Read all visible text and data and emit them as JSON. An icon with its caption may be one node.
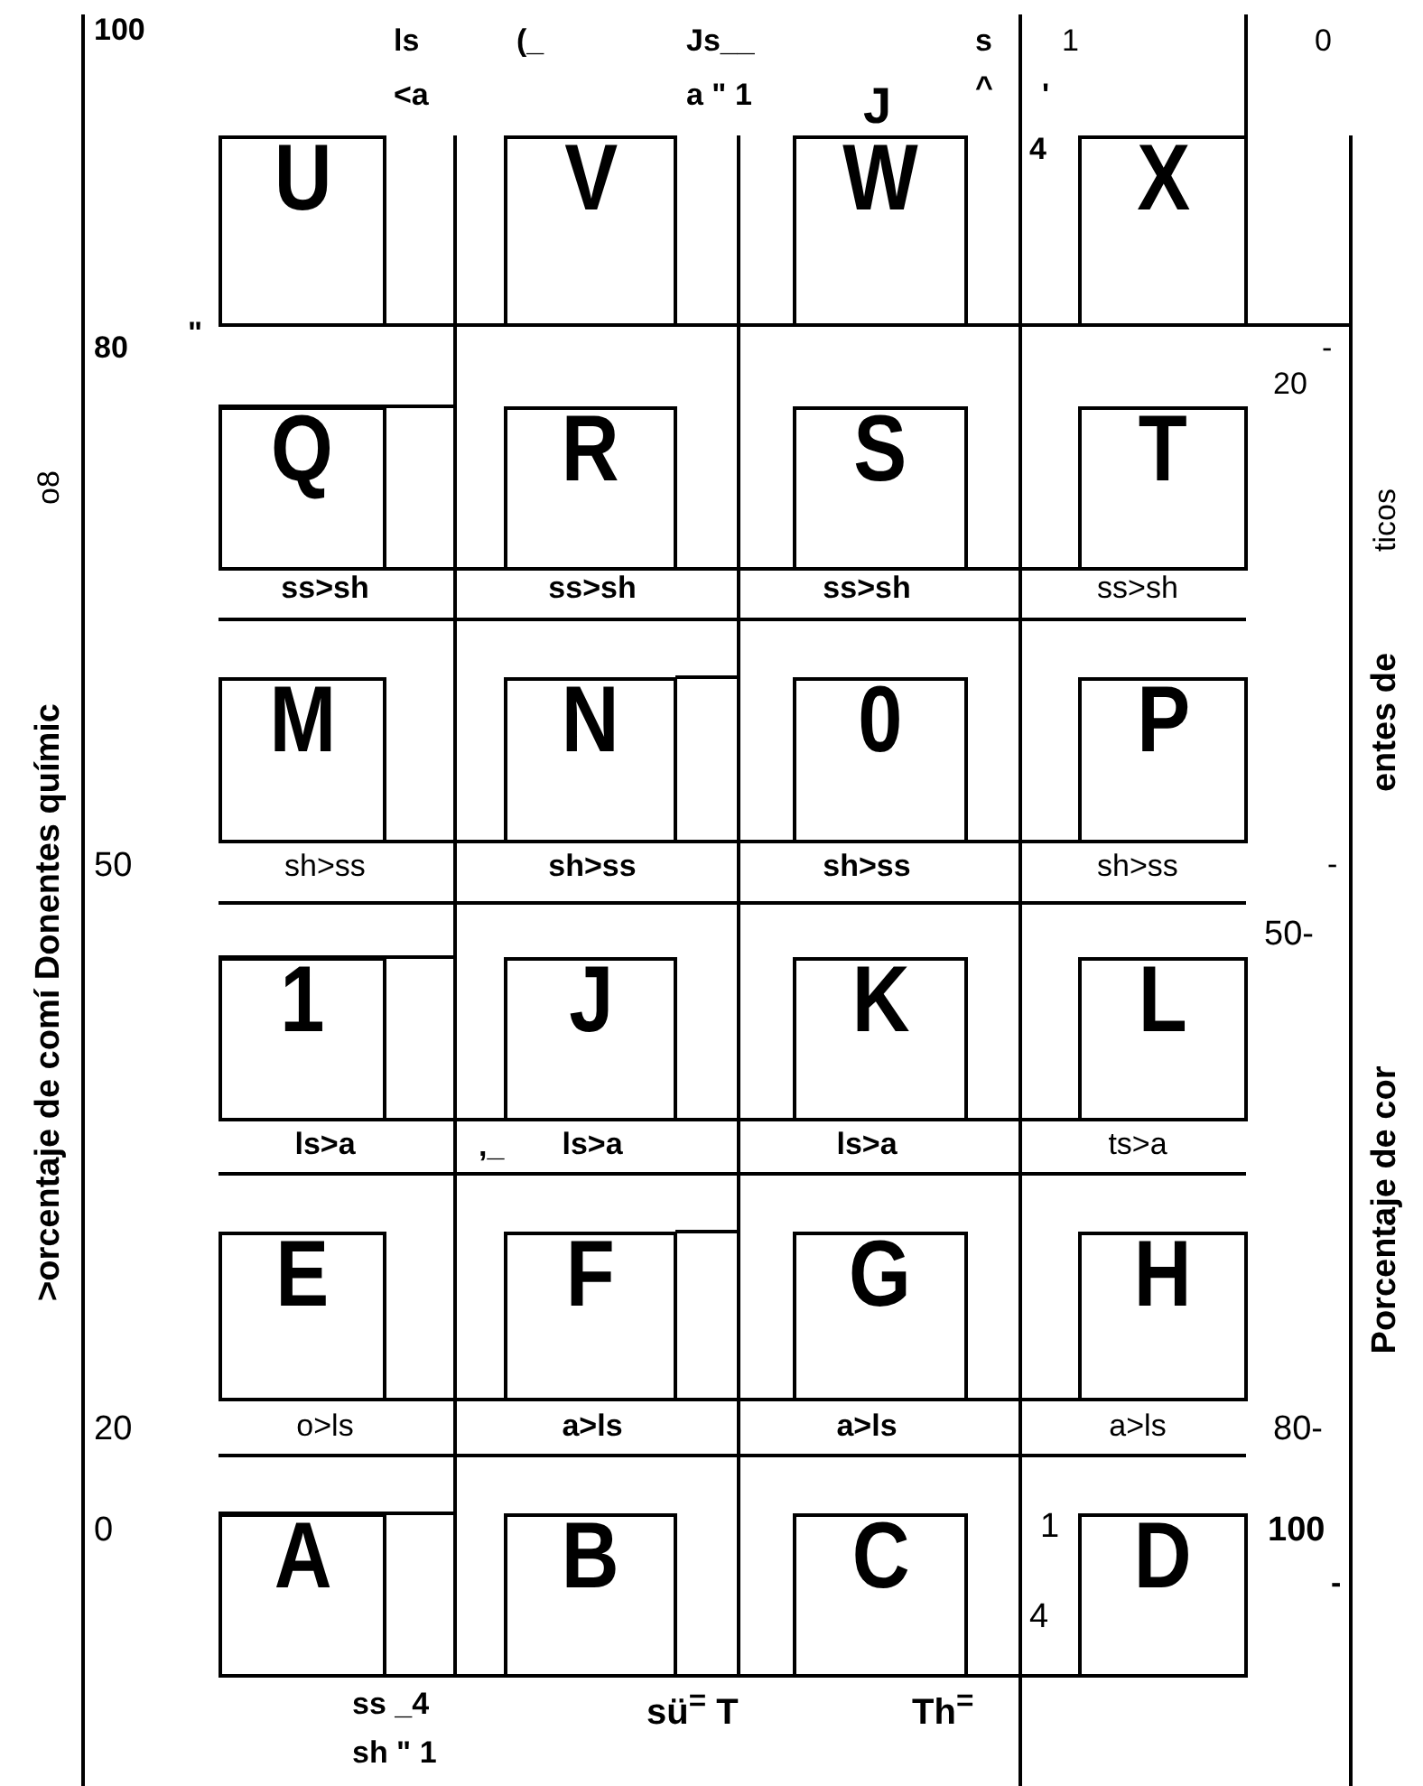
{
  "diagram": {
    "nodes": [
      {
        "text": [
          "U"
        ]
      },
      {
        "text": [
          "V"
        ]
      },
      {
        "text": [
          "W"
        ]
      },
      {
        "text": [
          "X"
        ]
      },
      {
        "text": [
          "Q"
        ],
        "beside": [
          "ss>sh"
        ]
      },
      {
        "text": [
          "R"
        ],
        "beside": [
          "ss>sh"
        ]
      },
      {
        "text": [
          "S"
        ],
        "beside": [
          "ss>sh"
        ]
      },
      {
        "text": [
          "T"
        ],
        "beside": [
          "ss>sh"
        ]
      },
      {
        "text": [
          "M"
        ],
        "beside": [
          "sh>ss"
        ]
      },
      {
        "text": [
          "N"
        ],
        "beside": [
          "sh>ss"
        ]
      },
      {
        "text": [
          "0"
        ],
        "beside": [
          "sh>ss"
        ]
      },
      {
        "text": [
          "P"
        ],
        "beside": [
          "sh>ss"
        ]
      },
      {
        "text": [
          "1"
        ],
        "beside": [
          "ls>a"
        ]
      },
      {
        "text": [
          "J"
        ],
        "beside": [
          "ls>a"
        ]
      },
      {
        "text": [
          "K"
        ],
        "beside": [
          "ls>a"
        ]
      },
      {
        "text": [
          "L"
        ],
        "beside": [
          "ts>a"
        ]
      },
      {
        "text": [
          "E"
        ],
        "beside": [
          "o>ls"
        ]
      },
      {
        "text": [
          "F"
        ],
        "beside": [
          "a>ls"
        ]
      },
      {
        "text": [
          "G"
        ],
        "beside": [
          "a>ls"
        ]
      },
      {
        "text": [
          "H"
        ],
        "beside": [
          "a>ls"
        ]
      },
      {
        "text": [
          "A"
        ]
      },
      {
        "text": [
          "B"
        ]
      },
      {
        "text": [
          "C"
        ]
      },
      {
        "text": [
          "D"
        ]
      }
    ],
    "labels": [
      "100",
      "ls",
      "(_",
      "Js__",
      "s",
      "1",
      "0",
      "<a",
      "a \" 1",
      "J",
      "^",
      "'",
      "4",
      "80",
      "\"",
      "-",
      "20",
      "50",
      "-",
      "50-",
      ",_",
      "20",
      "80-",
      "0",
      "1",
      "100",
      "4",
      "-",
      "ss _4",
      "sü$^{=}$ T",
      "Th$^{=}$",
      "sh \" 1",
      ">orcentaje de comí Donentes químic",
      "o8",
      "Porcentaje de cor",
      "entes de",
      "ticos"
    ]
  }
}
